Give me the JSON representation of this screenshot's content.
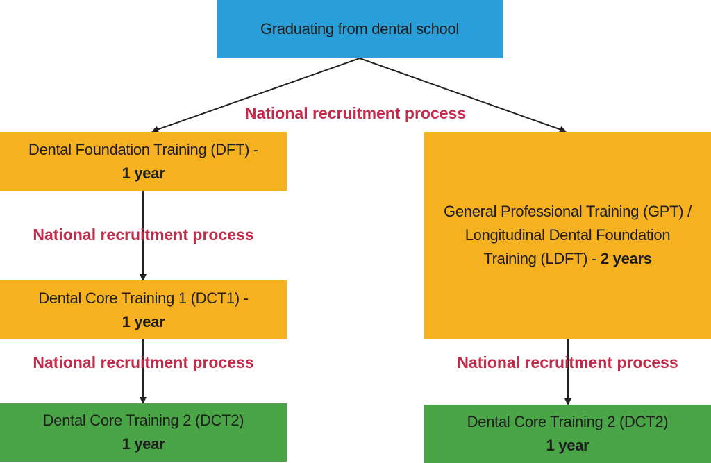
{
  "top": {
    "text": "Graduating from dental school"
  },
  "process_label": "National recruitment process",
  "left": {
    "dft": {
      "line1": "Dental Foundation Training (DFT) -",
      "duration": "1 year"
    },
    "dct1": {
      "line1": "Dental Core Training 1 (DCT1) -",
      "duration": "1 year"
    },
    "dct2": {
      "line1": "Dental Core Training 2 (DCT2)",
      "duration": "1 year"
    }
  },
  "right": {
    "gpt": {
      "line1": "General Professional Training (GPT) /",
      "line2": "Longitudinal Dental Foundation",
      "line3": "Training (LDFT) - ",
      "duration": "2 years"
    },
    "dct2": {
      "line1": "Dental Core Training 2 (DCT2)",
      "duration": "1 year"
    }
  },
  "colors": {
    "blue": "#2a9ed8",
    "orange": "#f5b120",
    "green": "#4aa547",
    "label": "#c42a4a"
  }
}
